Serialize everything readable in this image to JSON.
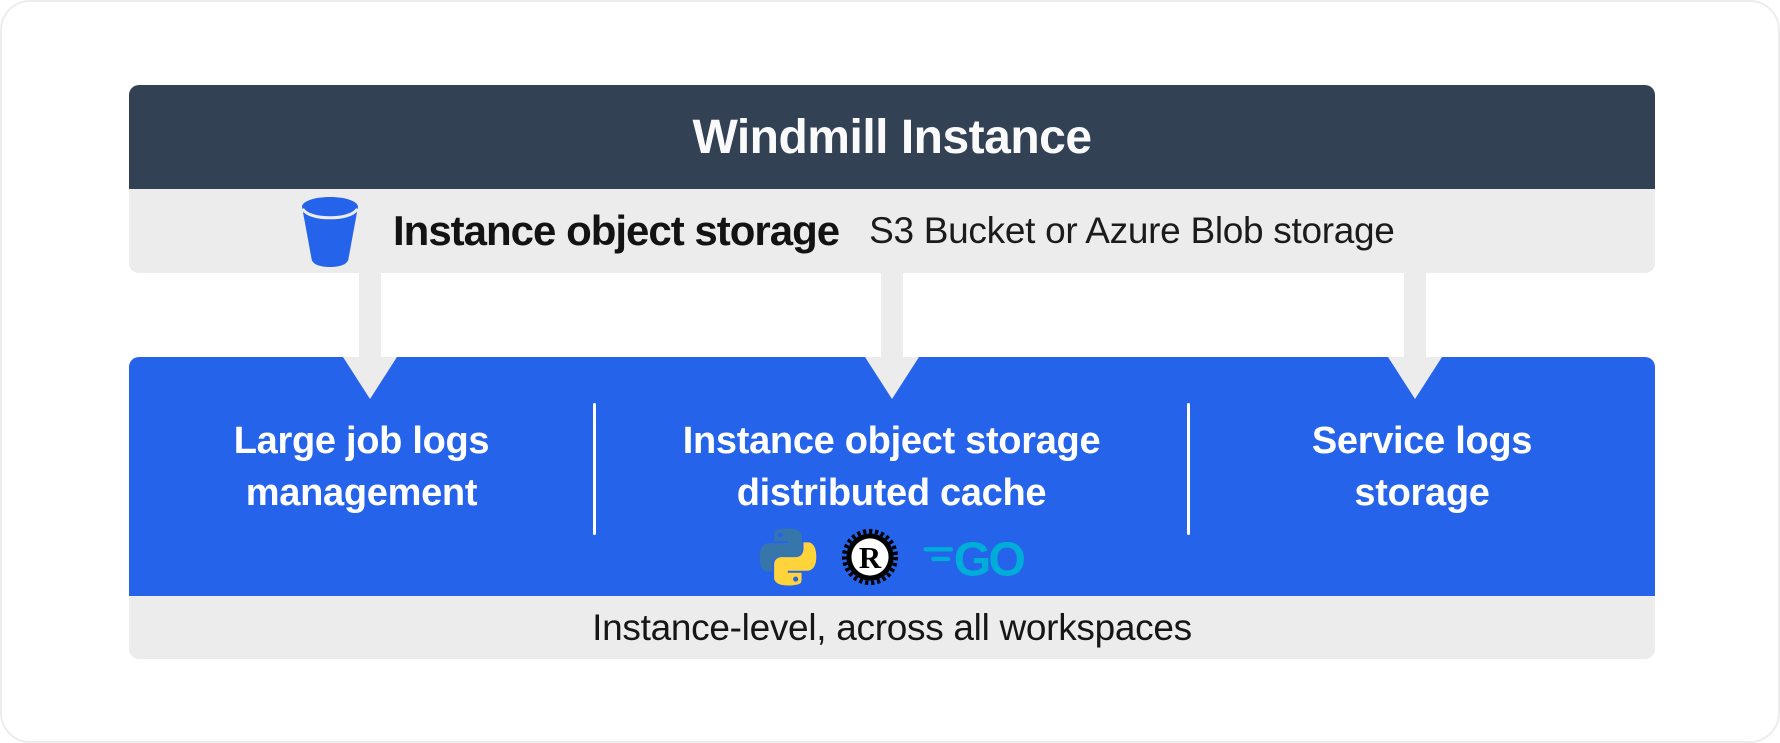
{
  "header": {
    "title": "Windmill Instance"
  },
  "storage_bar": {
    "icon": "bucket-icon",
    "title": "Instance object storage",
    "subtitle": "S3 Bucket or Azure Blob storage"
  },
  "features": [
    {
      "lines": [
        "Large job logs",
        "management"
      ]
    },
    {
      "lines": [
        "Instance object storage",
        "distributed cache"
      ],
      "language_icons": [
        "python-icon",
        "rust-icon",
        "go-icon"
      ]
    },
    {
      "lines": [
        "Service logs",
        "storage"
      ]
    }
  ],
  "footer": {
    "label": "Instance-level, across all workspaces"
  },
  "colors": {
    "header_bg": "#334155",
    "panel_blue": "#2563eb",
    "bar_gray": "#ececec",
    "heading_text": "#ffffff",
    "body_text": "#131313",
    "go_brand": "#00ADD8",
    "python_blue": "#3776AB",
    "python_yellow": "#FFD43B",
    "rust_black": "#000000"
  }
}
